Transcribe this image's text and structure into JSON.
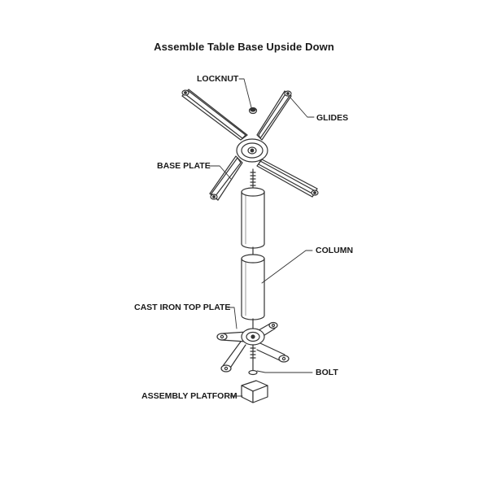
{
  "diagram": {
    "title": "Assemble Table Base Upside Down",
    "labels": {
      "locknut": "LOCKNUT",
      "glides": "GLIDES",
      "base_plate": "BASE PLATE",
      "column": "COLUMN",
      "cast_iron_top_plate": "CAST IRON TOP PLATE",
      "bolt": "BOLT",
      "assembly_platform": "ASSEMBLY PLATFORM"
    },
    "colors": {
      "line": "#333333",
      "text": "#1a1a1a",
      "background": "#ffffff"
    }
  }
}
